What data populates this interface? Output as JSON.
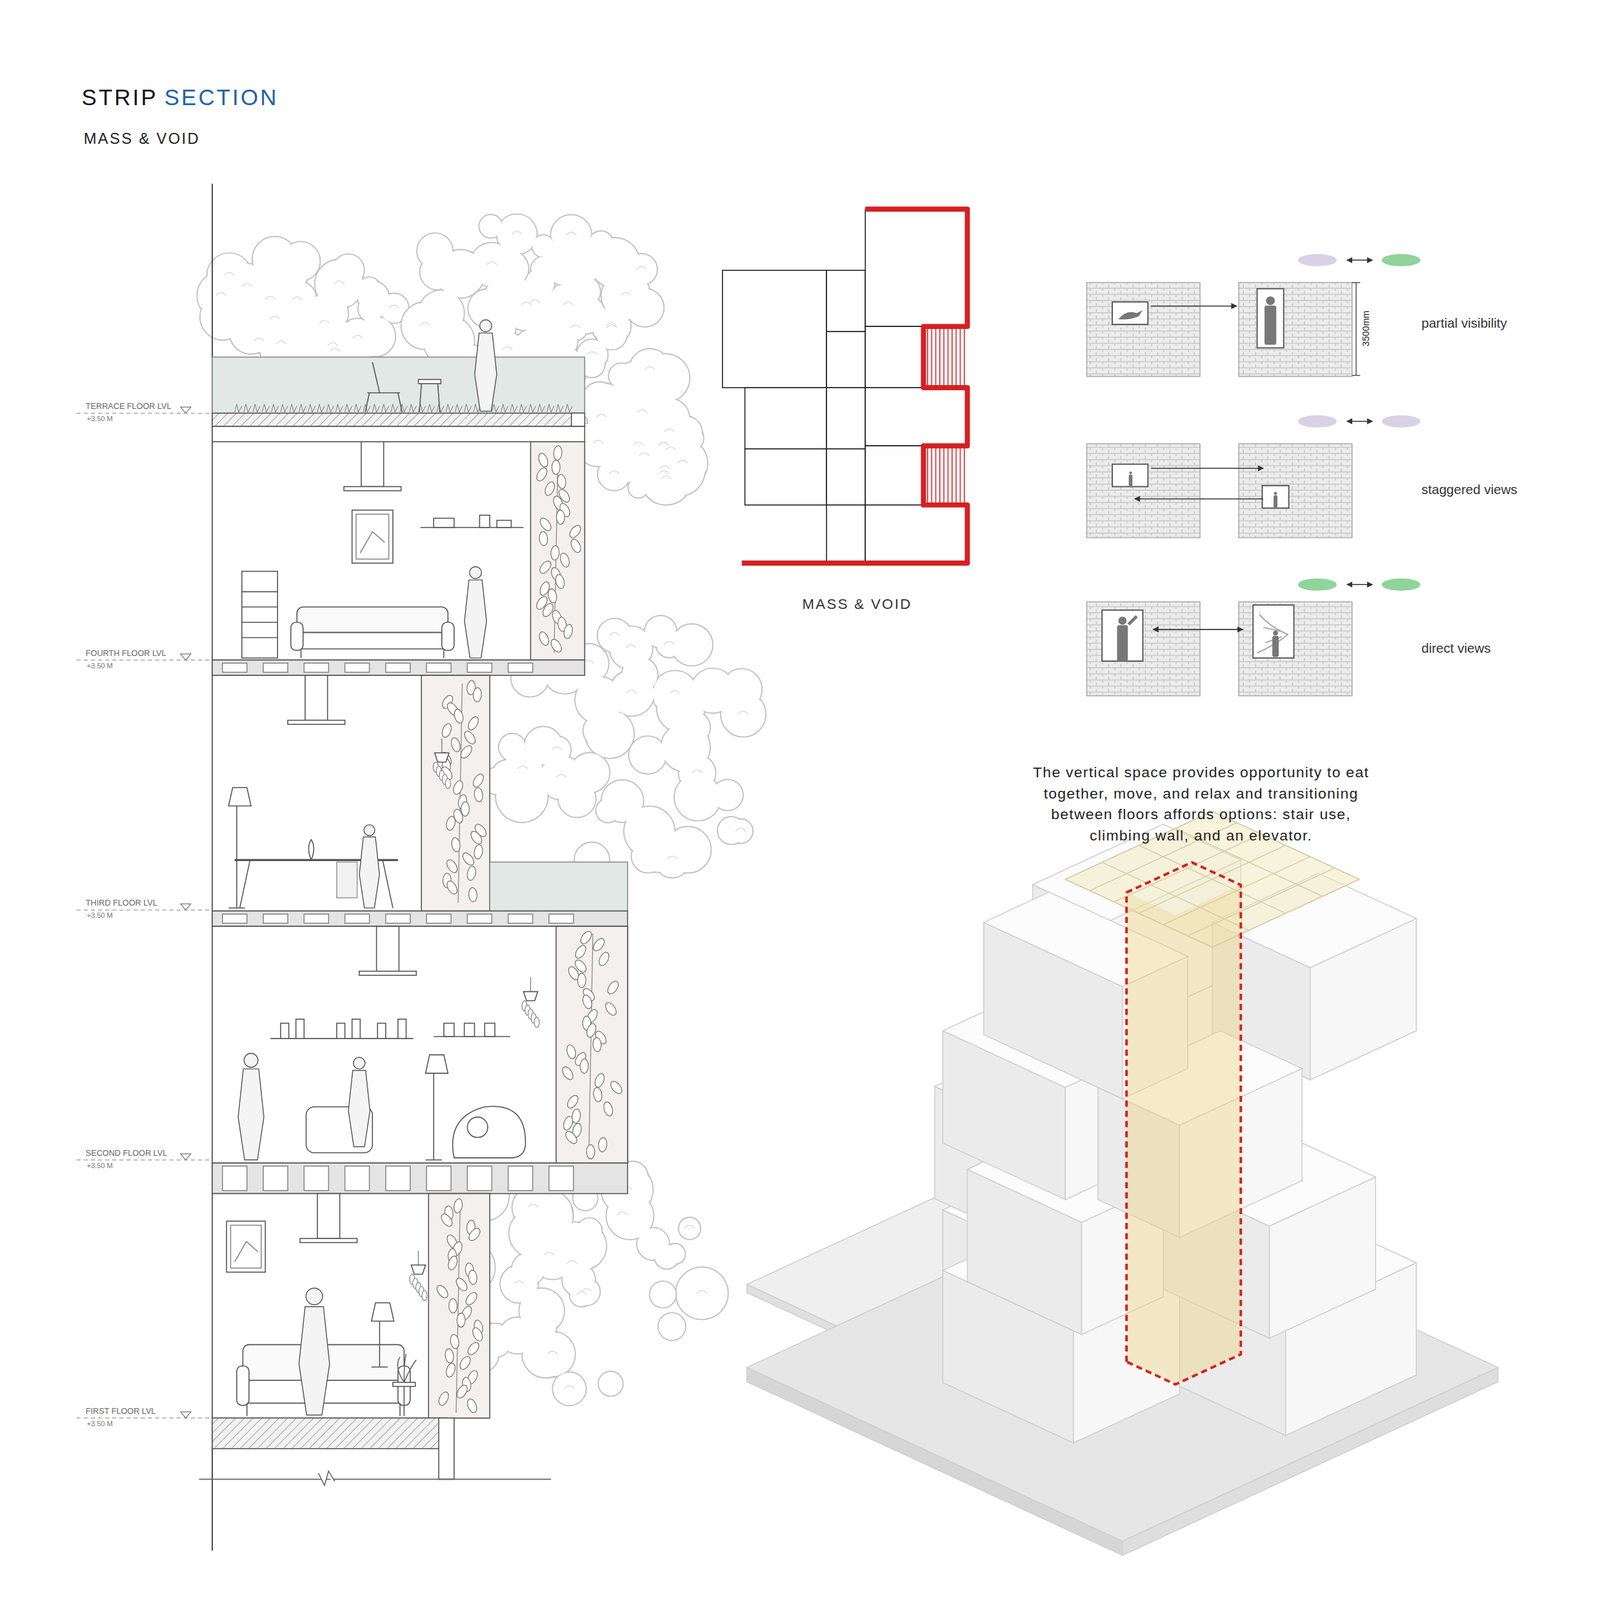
{
  "diagram": {
    "labels": [
      "STRIP",
      "SECTION",
      "MASS & VOID",
      "TERRACE FLOOR LVL",
      "+3.50 M",
      "FOURTH FLOOR LVL",
      "+3.50 M",
      "THIRD FLOOR LVL",
      "+3.50 M",
      "SECOND FLOOR LVL",
      "+3.50 M",
      "FIRST FLOOR LVL",
      "+3.50 M",
      "MASS & VOID",
      "3500mm",
      "partial visibility",
      "staggered views",
      "direct views",
      "The vertical space provides opportunity to eat together, move, and relax and transitioning between floors affords options: stair use, climbing wall, and an elevator."
    ]
  }
}
